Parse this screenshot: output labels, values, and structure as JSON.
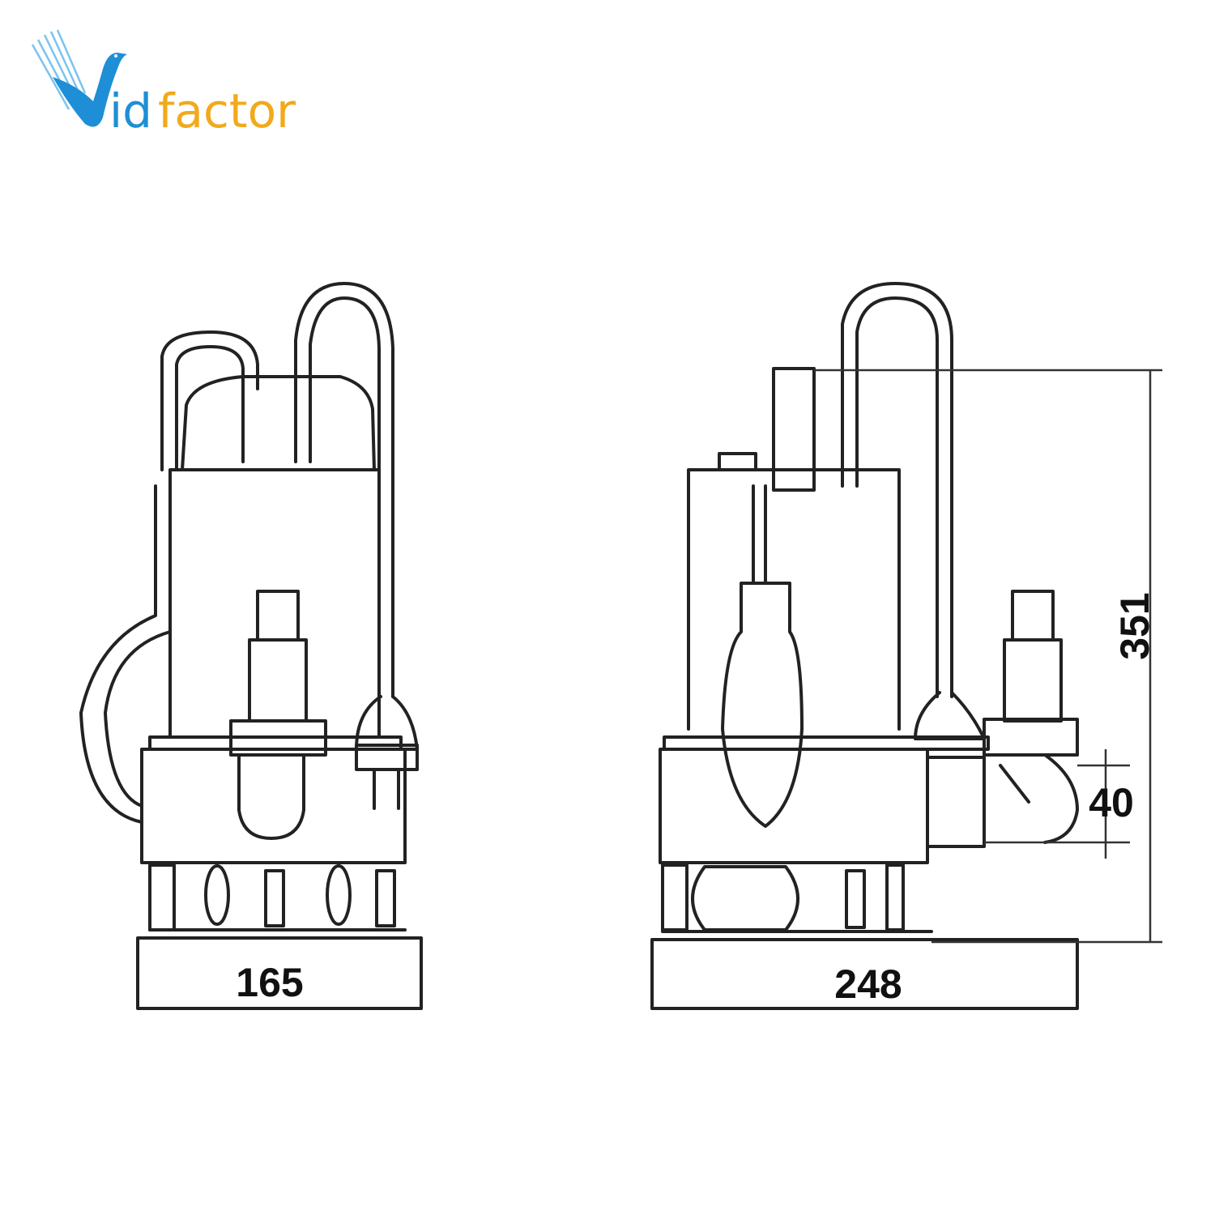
{
  "logo": {
    "text": "Vidfactor",
    "part1": "id",
    "part2": "factor",
    "colors": {
      "blue": "#1e8fd6",
      "orange": "#f2a91a"
    }
  },
  "dimensions": {
    "front_width": "165",
    "side_width": "248",
    "height": "351",
    "outlet_diameter": "40"
  }
}
